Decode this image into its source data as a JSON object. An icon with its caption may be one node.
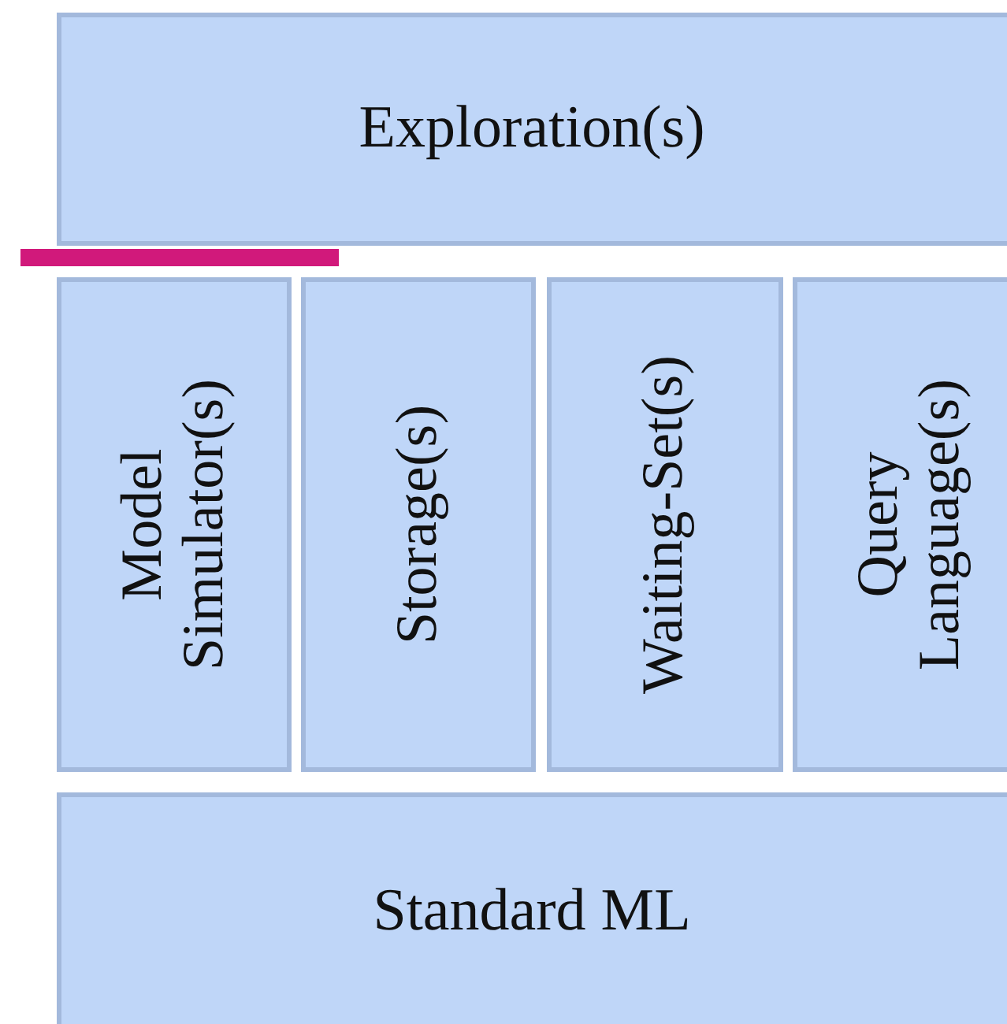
{
  "diagram": {
    "nodes": [
      {
        "text": [
          "Exploration(s)"
        ]
      },
      {
        "text": [
          "Model Simulator(s)"
        ]
      },
      {
        "text": [
          "Storage(s)"
        ]
      },
      {
        "text": [
          "Waiting-Set(s)"
        ]
      },
      {
        "text": [
          "Query Language(s)"
        ]
      },
      {
        "text": [
          "Standard ML"
        ]
      }
    ]
  }
}
